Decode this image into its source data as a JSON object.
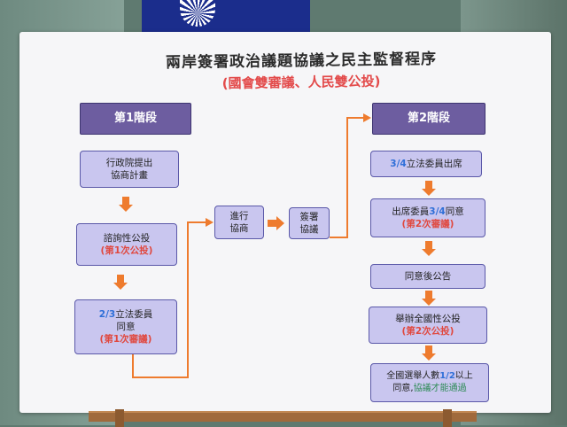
{
  "title": "兩岸簽署政治議題協議之民主監督程序",
  "subtitle": "(國會雙審議、人民雙公投)",
  "stage1": {
    "label": "第1階段",
    "steps": [
      {
        "line1": "行政院提出",
        "line2": "協商計畫"
      },
      {
        "line1": "諮詢性公投",
        "line2": "(第1次公投)"
      },
      {
        "prefix": "2/3",
        "line1": "立法委員",
        "line2": "同意",
        "line3": "(第1次審議)"
      }
    ]
  },
  "middle": {
    "negotiate": {
      "line1": "進行",
      "line2": "協商"
    },
    "sign": {
      "line1": "簽署",
      "line2": "協議"
    }
  },
  "stage2": {
    "label": "第2階段",
    "steps": [
      {
        "prefix": "3/4",
        "line1": "立法委員出席"
      },
      {
        "line1": "出席委員",
        "fraction": "3/4",
        "line1b": "同意",
        "line2": "(第2次審議)"
      },
      {
        "line1": "同意後公告"
      },
      {
        "line1": "舉辦全國性公投",
        "line2": "(第2次公投)"
      },
      {
        "line1a": "全國選舉人數",
        "fraction": "1/2",
        "line1b": "以上",
        "line2a": "同意,",
        "line2b": "協議才能通過"
      }
    ]
  },
  "colors": {
    "stage_fill": "#6d5da0",
    "box_fill": "#c9c6ef",
    "arrow": "#ee7b2e",
    "highlight_red": "#e0483f",
    "highlight_blue": "#2f6fd8",
    "highlight_green": "#2e8b57"
  }
}
